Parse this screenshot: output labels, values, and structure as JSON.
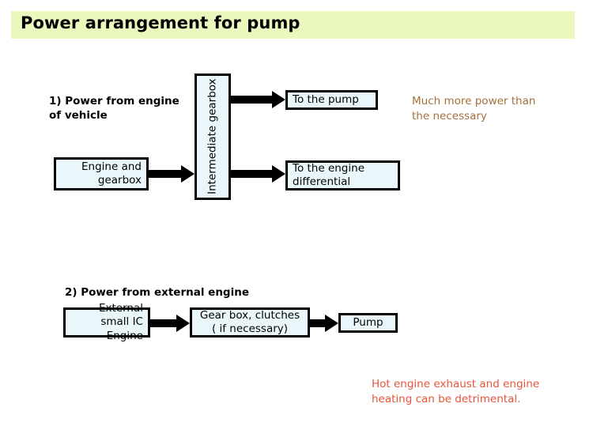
{
  "slide": {
    "title": "Power arrangement for pump",
    "title_band_color": "#eaf7bd",
    "background_color": "#ffffff"
  },
  "sections": [
    {
      "id": "section-1",
      "label": "1) Power from engine of vehicle",
      "boxes": [
        {
          "id": "engine-and-gearbox",
          "label": "Engine and gearbox"
        },
        {
          "id": "intermediate-gearbox",
          "label": "Intermediate gearbox",
          "orientation": "vertical"
        },
        {
          "id": "to-the-pump",
          "label": "To the pump"
        },
        {
          "id": "to-the-engine-differential",
          "label": "To the engine differential"
        }
      ]
    },
    {
      "id": "section-2",
      "label": "2) Power from external engine",
      "boxes": [
        {
          "id": "external-small-ic-engine",
          "label": "External small IC Engine"
        },
        {
          "id": "gear-box-clutches",
          "label": "Gear box, clutches ( if necessary)"
        },
        {
          "id": "pump",
          "label": "Pump"
        }
      ]
    }
  ],
  "annotations": [
    {
      "id": "power-excess-note",
      "text": "Much more power than the necessary",
      "color": "#a4703a"
    },
    {
      "id": "heat-warning-note",
      "text": "Hot engine exhaust and engine heating can be detrimental.",
      "color": "#e8543a"
    }
  ],
  "box_style": {
    "fill": "#eaf7fa",
    "stroke": "#000000"
  }
}
